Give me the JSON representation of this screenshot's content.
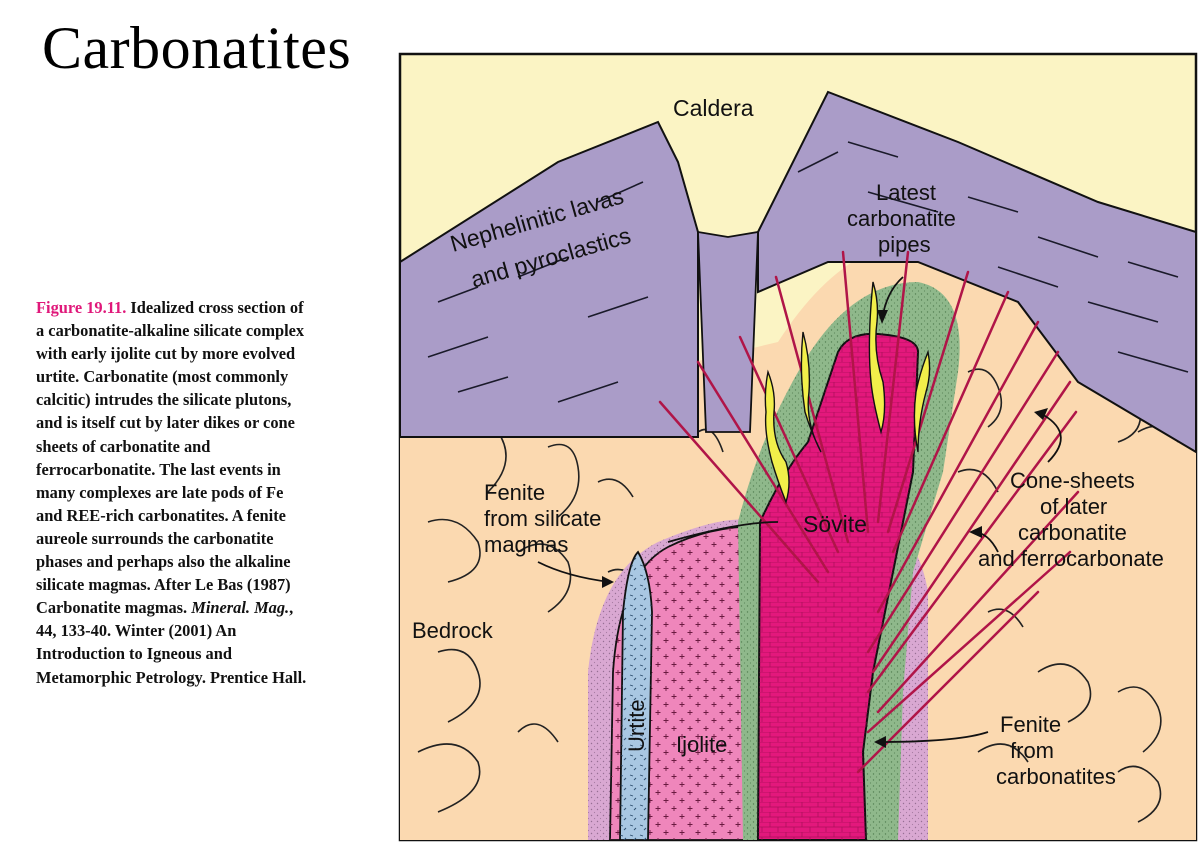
{
  "slide": {
    "title": "Carbonatites"
  },
  "caption": {
    "figure_ref": "Figure 19.11.",
    "line1_rest": " Idealized cross section of",
    "lines_a": [
      "a carbonatite-alkaline silicate complex",
      "with early ijolite cut by more evolved",
      "urtite. Carbonatite (most commonly",
      "calcitic) intrudes the silicate plutons,",
      "and is itself cut by later dikes or cone",
      "sheets of carbonatite and",
      "ferrocarbonatite. The last events in",
      "many complexes are late pods of Fe",
      "and REE-rich carbonatites. A fenite",
      "aureole surrounds the carbonatite",
      "phases and perhaps also the alkaline",
      "silicate magmas. After Le Bas (1987)"
    ],
    "line_mag_pre": "Carbonatite magmas. ",
    "line_mag_italic": "Mineral. Mag.",
    "line_mag_post": ",",
    "lines_b": [
      "44, 133-40. Winter (2001) An",
      "Introduction to Igneous and",
      "Metamorphic Petrology. Prentice Hall."
    ]
  },
  "diagram": {
    "labels": {
      "caldera": "Caldera",
      "lavas_1": "Nephelinitic lavas",
      "lavas_2": "and pyroclastics",
      "pipes_1": "Latest",
      "pipes_2": "carbonatite",
      "pipes_3": "pipes",
      "cone_1": "Cone-sheets",
      "cone_2": "of later",
      "cone_3": "carbonatite",
      "cone_4": "and ferrocarbonate",
      "fenite_sil_1": "Fenite",
      "fenite_sil_2": "from silicate",
      "fenite_sil_3": "magmas",
      "sovite": "Sövite",
      "bedrock": "Bedrock",
      "urtite": "Urtite",
      "ijolite": "Ijolite",
      "fenite_carb_1": "Fenite",
      "fenite_carb_2": "from",
      "fenite_carb_3": "carbonatites"
    },
    "colors": {
      "background": "#fbf4c4",
      "bedrock": "#fbd9b0",
      "lavas": "#aa9cc8",
      "fenite_silicate": "#d9a8d2",
      "fenite_carbonatite": "#8fb88b",
      "ijolite": "#ef86bb",
      "urtite": "#a9c7e2",
      "sovite": "#e3187c",
      "cone_sheets": "#b01548",
      "pipes": "#f2ef4a"
    }
  }
}
